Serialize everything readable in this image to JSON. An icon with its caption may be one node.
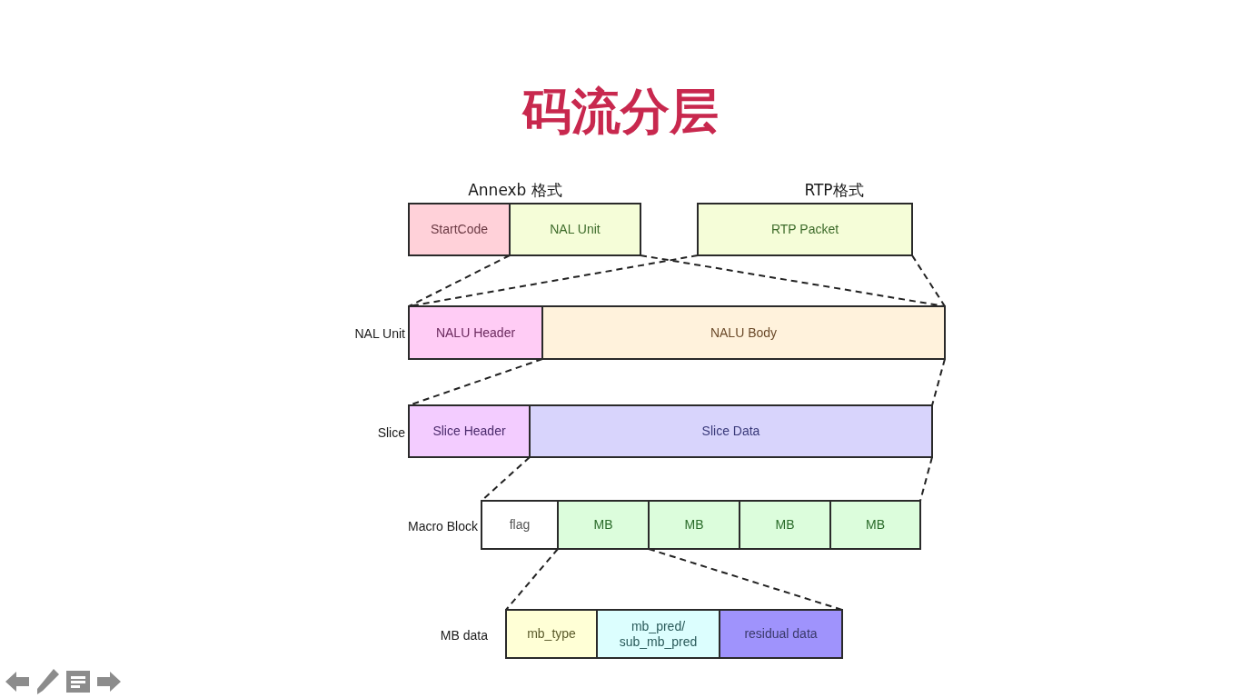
{
  "diagram": {
    "title": "码流分层",
    "nodes": [
      {
        "text": [
          "StartCode"
        ]
      },
      {
        "text": [
          "NAL Unit"
        ]
      },
      {
        "text": [
          "RTP Packet"
        ]
      },
      {
        "text": [
          "NALU Header"
        ]
      },
      {
        "text": [
          "NALU Body"
        ]
      },
      {
        "text": [
          "Slice Header"
        ]
      },
      {
        "text": [
          "Slice Data"
        ]
      },
      {
        "text": [
          "flag"
        ]
      },
      {
        "text": [
          "MB"
        ]
      },
      {
        "text": [
          "MB"
        ]
      },
      {
        "text": [
          "MB"
        ]
      },
      {
        "text": [
          "MB"
        ]
      },
      {
        "text": [
          "mb_type"
        ]
      },
      {
        "text": [
          "mb_pred/ sub_mb_pred"
        ]
      },
      {
        "text": [
          "residual data"
        ]
      }
    ],
    "edges": [
      {
        "from": 1,
        "to": 3,
        "arrow": "none",
        "style": "dashed"
      },
      {
        "from": 1,
        "to": 4,
        "arrow": "none",
        "style": "dashed"
      },
      {
        "from": 2,
        "to": 3,
        "arrow": "none",
        "style": "dashed"
      },
      {
        "from": 2,
        "to": 4,
        "arrow": "none",
        "style": "dashed"
      },
      {
        "from": 3,
        "to": 5,
        "arrow": "none",
        "style": "dashed"
      },
      {
        "from": 4,
        "to": 6,
        "arrow": "none",
        "style": "dashed"
      },
      {
        "from": 6,
        "to": 7,
        "arrow": "none",
        "style": "dashed"
      },
      {
        "from": 6,
        "to": 11,
        "arrow": "none",
        "style": "dashed"
      },
      {
        "from": 8,
        "to": 12,
        "arrow": "none",
        "style": "dashed"
      },
      {
        "from": 8,
        "to": 14,
        "arrow": "none",
        "style": "dashed"
      }
    ],
    "labels": [
      "Annexb 格式",
      "RTP格式",
      "NAL Unit",
      "Slice",
      "Macro Block",
      "MB data"
    ]
  }
}
